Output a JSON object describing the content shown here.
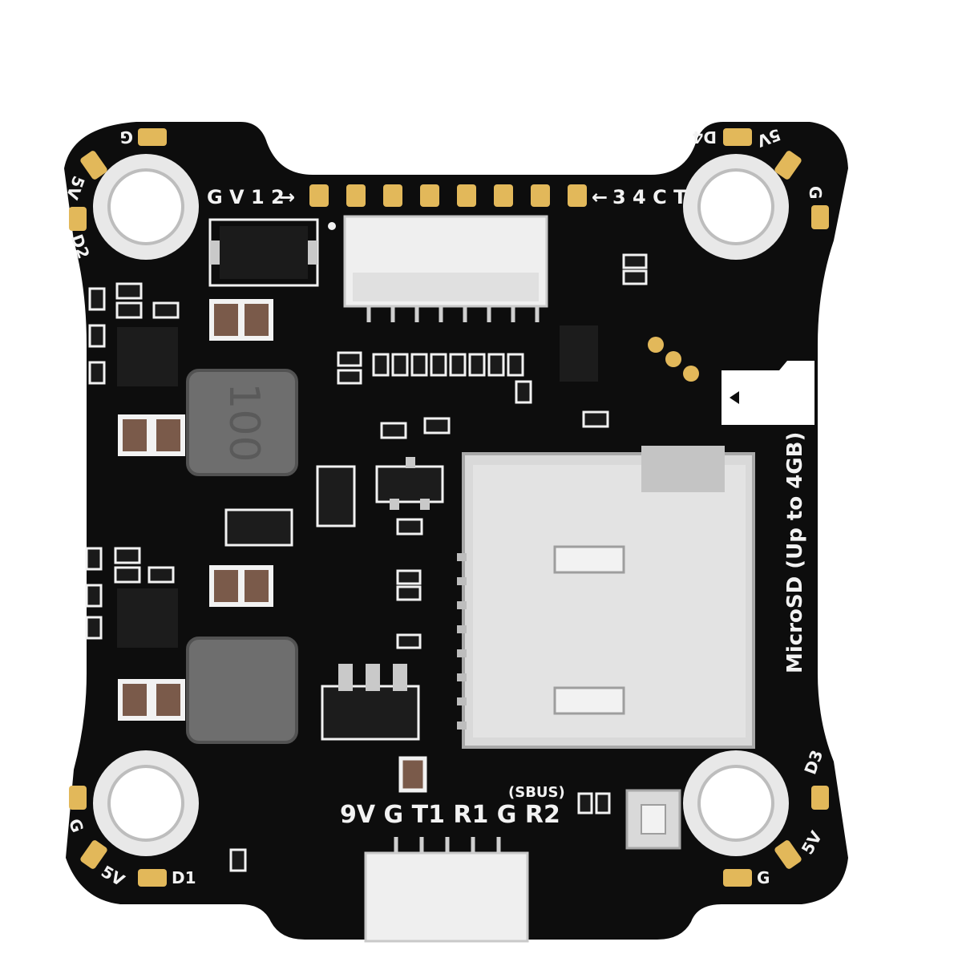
{
  "colors": {
    "pcb": "#0d0d0d",
    "pad_gold": "#e2b85a",
    "silkscreen": "#f2f2f2",
    "metal_light": "#d9d9d9",
    "metal_dark": "#a8a8a8",
    "inductor": "#6e6e6e"
  },
  "labels": {
    "top_left_arrow": "G V 1 2",
    "top_right_arrow": "3 4 C T",
    "corner_tl_g": "G",
    "corner_tl_5v": "5V",
    "corner_tl_d2": "D2",
    "corner_tr_d4": "D4",
    "corner_tr_5v": "5V",
    "corner_tr_g": "G",
    "corner_bl_g": "G",
    "corner_bl_5v": "5V",
    "corner_bl_d1": "D1",
    "corner_br_d3": "D3",
    "corner_br_5v": "5V",
    "corner_br_g": "G",
    "inductor_marking": "100",
    "bottom_row": "9V G T1 R1 G R2",
    "sbus_note": "(SBUS)",
    "microsd": "MicroSD (Up to 4GB)"
  }
}
